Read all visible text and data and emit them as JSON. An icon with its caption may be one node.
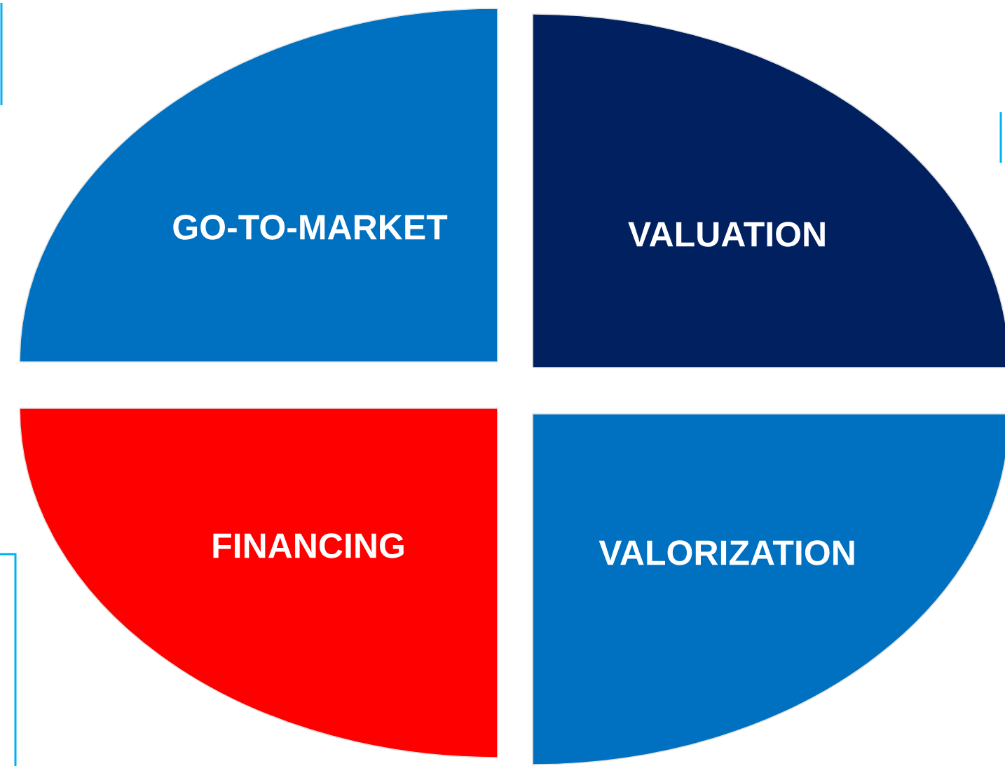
{
  "diagram": {
    "nodes": [
      {
        "text": [
          "GO-TO-MARKET"
        ]
      },
      {
        "text": [
          "VALUATION"
        ]
      },
      {
        "text": [
          "FINANCING"
        ]
      },
      {
        "text": [
          "VALORIZATION"
        ]
      }
    ]
  }
}
